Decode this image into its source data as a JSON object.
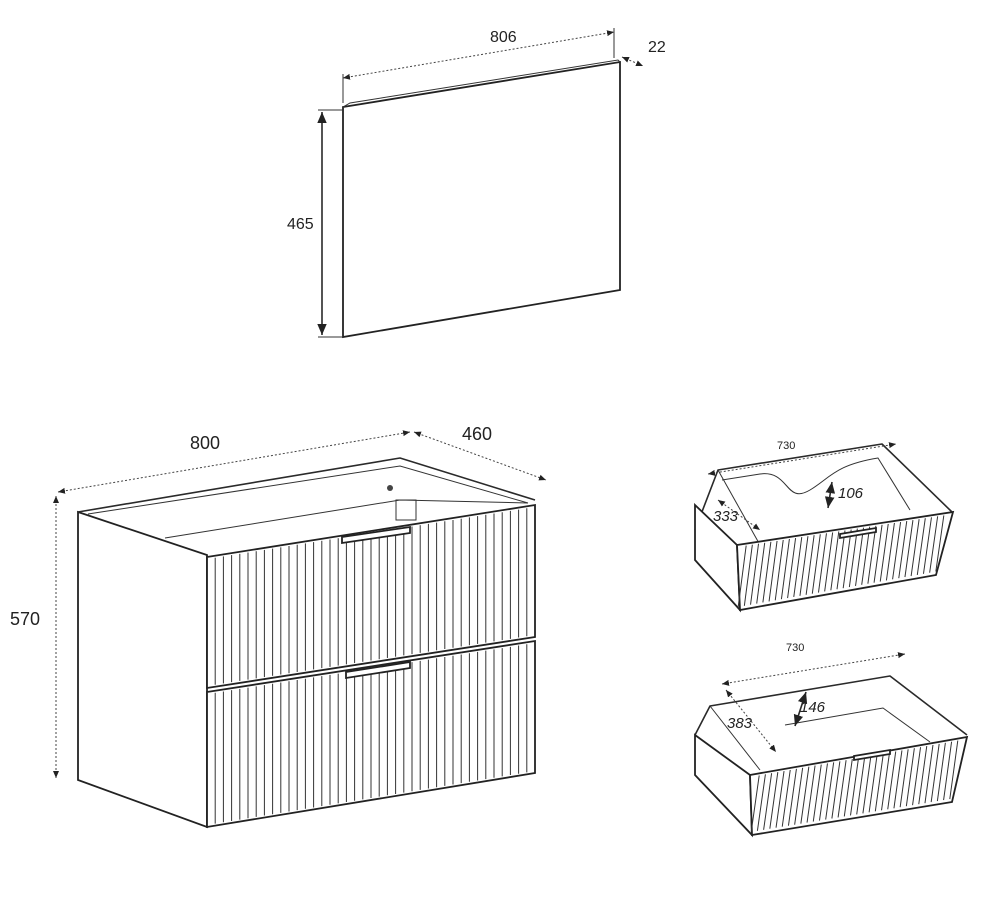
{
  "mirror": {
    "width": "806",
    "depth": "22",
    "height": "465"
  },
  "cabinet": {
    "width": "800",
    "depth": "460",
    "height": "570"
  },
  "drawer_top": {
    "width": "730",
    "depth": "333",
    "height": "106"
  },
  "drawer_bottom": {
    "width": "730",
    "depth": "383",
    "height": "146"
  },
  "colors": {
    "line": "#222222",
    "background": "#ffffff"
  }
}
